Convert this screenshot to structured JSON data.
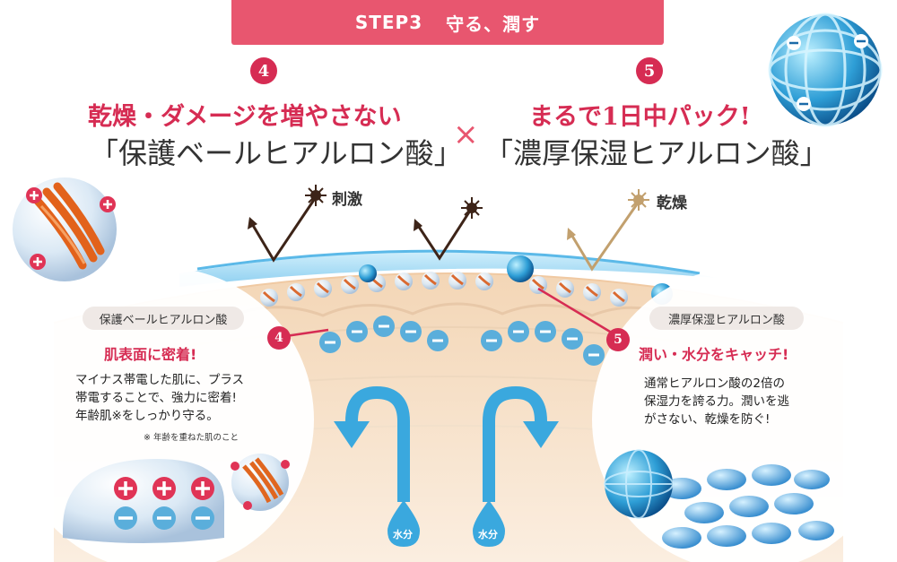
{
  "banner": {
    "step": "STEP3",
    "subtitle": "守る、潤す"
  },
  "left_feature": {
    "number": "4",
    "headline": "乾燥・ダメージを増やさない",
    "name": "「保護ベールヒアルロン酸」"
  },
  "connector": "×",
  "right_feature": {
    "number": "5",
    "headline": "まるで1日中パック!",
    "name": "「濃厚保湿ヒアルロン酸」"
  },
  "stimuli": {
    "irritation": "刺激",
    "dryness": "乾燥"
  },
  "left_panel": {
    "tag": "保護ベールヒアルロン酸",
    "heading": "肌表面に密着!",
    "body_lines": [
      "マイナス帯電した肌に、プラス",
      "帯電することで、強力に密着!",
      "年齢肌※をしっかり守る。"
    ],
    "note": "※ 年齢を重ねた肌のこと",
    "callout": "4"
  },
  "right_panel": {
    "tag": "濃厚保湿ヒアルロン酸",
    "heading": "潤い・水分をキャッチ!",
    "body_lines": [
      "通常ヒアルロン酸の2倍の",
      "保湿力を誇る力。潤いを逃",
      "がさない、乾燥を防ぐ!"
    ],
    "callout": "5"
  },
  "water_drops": [
    "水分",
    "水分"
  ],
  "colors": {
    "accent": "#d62c53",
    "banner": "#e8566f",
    "skin": "#f6e2c8",
    "arrow_blue": "#3aa8de",
    "gloss_blue": "#7fd0f5"
  },
  "icons": [
    "plus-charged-molecule-icon",
    "minus-charged-globe-icon",
    "irritant-burst-icon",
    "dry-burst-icon"
  ]
}
